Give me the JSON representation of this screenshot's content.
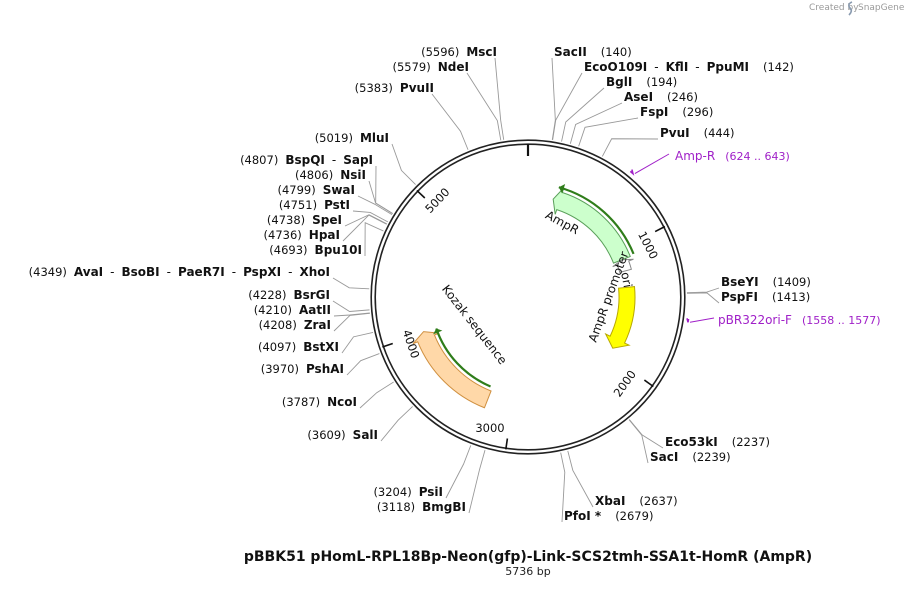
{
  "watermark": {
    "prefix": "Created by",
    "brand": "SnapGene",
    "icon": "snapgene-logo-icon"
  },
  "plasmid": {
    "name": "pBBK51 pHomL-RPL18Bp-Neon(gfp)-Link-SCS2tmh-SSA1t-HomR (AmpR)",
    "size_label": "5736 bp",
    "length": 5736
  },
  "ticks": [
    {
      "pos": 1000,
      "label": "1000"
    },
    {
      "pos": 2000,
      "label": "2000"
    },
    {
      "pos": 3000,
      "label": "3000"
    },
    {
      "pos": 4000,
      "label": "4000"
    },
    {
      "pos": 5000,
      "label": "5000"
    }
  ],
  "enzyme_labels": [
    {
      "side": "left",
      "parts": [
        "(5596)",
        "MscI"
      ],
      "site": 5596
    },
    {
      "side": "left",
      "parts": [
        "(5579)",
        "NdeI"
      ],
      "site": 5579
    },
    {
      "side": "left",
      "parts": [
        "(5383)",
        "PvuII"
      ],
      "site": 5383
    },
    {
      "side": "left",
      "parts": [
        "(5019)",
        "MluI"
      ],
      "site": 5019
    },
    {
      "side": "left",
      "parts": [
        "(4807)",
        "BspQI",
        "-",
        "SapI"
      ],
      "site": 4807
    },
    {
      "side": "left",
      "parts": [
        "(4806)",
        "NsiI"
      ],
      "site": 4806
    },
    {
      "side": "left",
      "parts": [
        "(4799)",
        "SwaI"
      ],
      "site": 4799
    },
    {
      "side": "left",
      "parts": [
        "(4751)",
        "PstI"
      ],
      "site": 4751
    },
    {
      "side": "left",
      "parts": [
        "(4738)",
        "SpeI"
      ],
      "site": 4738
    },
    {
      "side": "left",
      "parts": [
        "(4736)",
        "HpaI"
      ],
      "site": 4736
    },
    {
      "side": "left",
      "parts": [
        "(4693)",
        "Bpu10I"
      ],
      "site": 4693
    },
    {
      "side": "left",
      "parts": [
        "(4349)",
        "AvaI",
        "-",
        "BsoBI",
        "-",
        "PaeR7I",
        "-",
        "PspXI",
        "-",
        "XhoI"
      ],
      "site": 4349
    },
    {
      "side": "left",
      "parts": [
        "(4228)",
        "BsrGI"
      ],
      "site": 4228
    },
    {
      "side": "left",
      "parts": [
        "(4210)",
        "AatII"
      ],
      "site": 4210
    },
    {
      "side": "left",
      "parts": [
        "(4208)",
        "ZraI"
      ],
      "site": 4208
    },
    {
      "side": "left",
      "parts": [
        "(4097)",
        "BstXI"
      ],
      "site": 4097
    },
    {
      "side": "left",
      "parts": [
        "(3970)",
        "PshAI"
      ],
      "site": 3970
    },
    {
      "side": "left",
      "parts": [
        "(3787)",
        "NcoI"
      ],
      "site": 3787
    },
    {
      "side": "left",
      "parts": [
        "(3609)",
        "SalI"
      ],
      "site": 3609
    },
    {
      "side": "left",
      "parts": [
        "(3204)",
        "PsiI"
      ],
      "site": 3204
    },
    {
      "side": "left",
      "parts": [
        "(3118)",
        "BmgBI"
      ],
      "site": 3118
    },
    {
      "side": "right",
      "parts": [
        "SacII",
        "(140)"
      ],
      "site": 140
    },
    {
      "side": "right",
      "parts": [
        "EcoO109I",
        "-",
        "KflI",
        "-",
        "PpuMI",
        "(142)"
      ],
      "site": 142
    },
    {
      "side": "right",
      "parts": [
        "BglI",
        "(194)"
      ],
      "site": 194
    },
    {
      "side": "right",
      "parts": [
        "AseI",
        "(246)"
      ],
      "site": 246
    },
    {
      "side": "right",
      "parts": [
        "FspI",
        "(296)"
      ],
      "site": 296
    },
    {
      "side": "right",
      "parts": [
        "PvuI",
        "(444)"
      ],
      "site": 444
    },
    {
      "side": "right",
      "parts": [
        "BseYI",
        "(1409)"
      ],
      "site": 1409
    },
    {
      "side": "right",
      "parts": [
        "PspFI",
        "(1413)"
      ],
      "site": 1413
    },
    {
      "side": "right",
      "parts": [
        "Eco53kI",
        "(2237)"
      ],
      "site": 2237
    },
    {
      "side": "right",
      "parts": [
        "SacI",
        "(2239)"
      ],
      "site": 2239
    },
    {
      "side": "right",
      "parts": [
        "XbaI",
        "(2637)"
      ],
      "site": 2637
    },
    {
      "side": "right",
      "parts": [
        "PfoI *",
        "(2679)"
      ],
      "site": 2679
    }
  ],
  "primers": [
    {
      "name": "Amp-R",
      "range": "(624 .. 643)",
      "start": 624,
      "end": 643
    },
    {
      "name": "pBR322ori-F",
      "range": "(1558 .. 1577)",
      "start": 1558,
      "end": 1577
    }
  ],
  "features": [
    {
      "name": "AmpR",
      "type": "cds",
      "start": 230,
      "end": 1090,
      "strand": -1,
      "color": "#ccffcc"
    },
    {
      "name": "AmpR promoter",
      "type": "promoter",
      "start": 1090,
      "end": 1195,
      "strand": -1,
      "color": "#ffffff"
    },
    {
      "name": "ori",
      "type": "rep_origin",
      "start": 1345,
      "end": 1930,
      "strand": -1,
      "color": "#ffff00"
    },
    {
      "name": "Kozak sequence",
      "type": "misc",
      "start": 3935,
      "end": 3945,
      "strand": 0,
      "color": "#555555"
    },
    {
      "name": "Neon(gfp)",
      "type": "cds",
      "start": 3210,
      "end": 4010,
      "strand": 1,
      "color": "#ffd8a8"
    }
  ],
  "colors": {
    "backbone": "#222222",
    "enzyme_line": "#999999",
    "primer": "#a020c8",
    "inner_arrow": "#2f7d1a"
  }
}
